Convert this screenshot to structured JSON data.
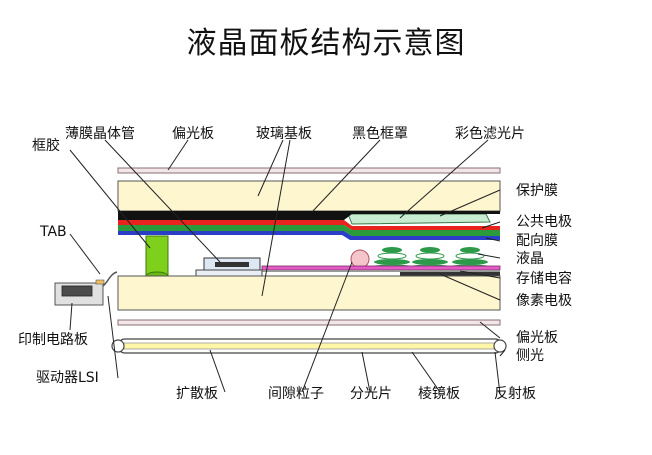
{
  "title": "液晶面板结构示意图",
  "labels": {
    "frame_glue": "框胶",
    "tft": "薄膜晶体管",
    "polarizer_top": "偏光板",
    "glass_substrate": "玻璃基板",
    "black_matrix": "黑色框罩",
    "color_filter": "彩色滤光片",
    "protective_film": "保护膜",
    "common_electrode": "公共电极",
    "alignment_film": "配向膜",
    "liquid_crystal": "液晶",
    "storage_capacitor": "存储电容",
    "pixel_electrode": "像素电极",
    "polarizer_bottom": "偏光板",
    "side_light": "侧光",
    "reflector": "反射板",
    "prism_sheet": "棱镜板",
    "beam_splitter": "分光片",
    "spacer": "间隙粒子",
    "diffuser": "扩散板",
    "driver_lsi": "驱动器LSI",
    "pcb": "印制电路板",
    "tab": "TAB"
  },
  "colors": {
    "glass": "#fdf6cf",
    "polarizer": "#f3e6e8",
    "black_matrix": "#111111",
    "red_layer": "#e8231e",
    "green_layer": "#2a9a3a",
    "blue_layer": "#2a3ec8",
    "color_filter": "#c8ecd2",
    "frame_glue": "#7fcf1d",
    "backlight": "#fff6a8"
  }
}
